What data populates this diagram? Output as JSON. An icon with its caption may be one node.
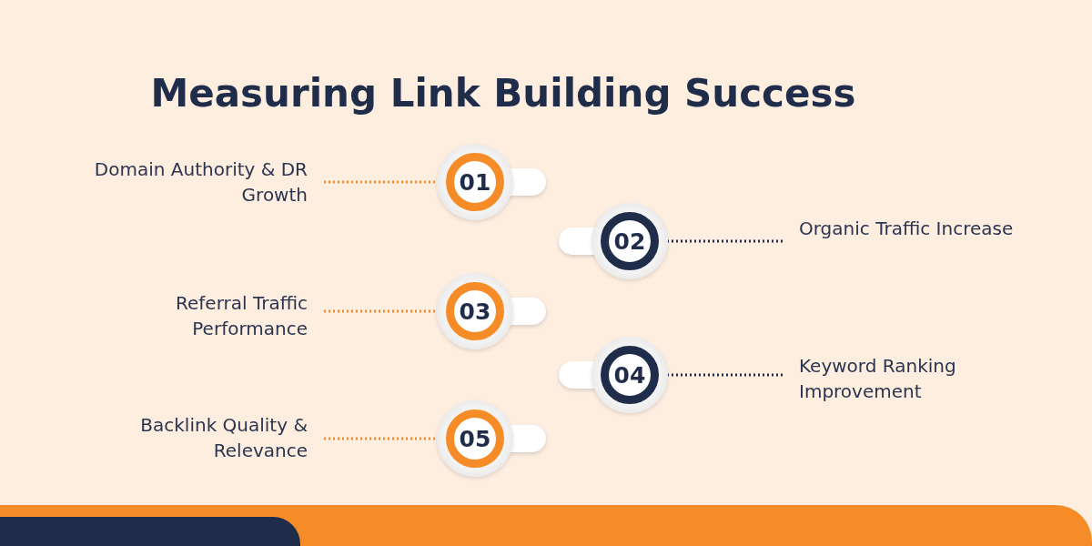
{
  "diagram": {
    "title": "Measuring Link Building Success",
    "nodes": [
      {
        "text": [
          "Domain Authority & DR Growth"
        ]
      },
      {
        "text": [
          "01"
        ]
      },
      {
        "text": [
          "02"
        ]
      },
      {
        "text": [
          "Organic Traffic Increase"
        ]
      },
      {
        "text": [
          "Referral Traffic Performance"
        ]
      },
      {
        "text": [
          "03"
        ]
      },
      {
        "text": [
          "04"
        ]
      },
      {
        "text": [
          "Keyword Ranking Improvement"
        ]
      },
      {
        "text": [
          "Backlink Quality & Relevance"
        ]
      },
      {
        "text": [
          "05"
        ]
      }
    ],
    "edges": [
      {
        "from": 0,
        "to": 1,
        "arrow": "none"
      },
      {
        "from": 3,
        "to": 2,
        "arrow": "none",
        "color": "#1f2d4a"
      },
      {
        "from": 4,
        "to": 5,
        "arrow": "none"
      },
      {
        "from": 7,
        "to": 6,
        "arrow": "none",
        "color": "#1f2d4a"
      },
      {
        "from": 8,
        "to": 9,
        "arrow": "none"
      }
    ]
  }
}
